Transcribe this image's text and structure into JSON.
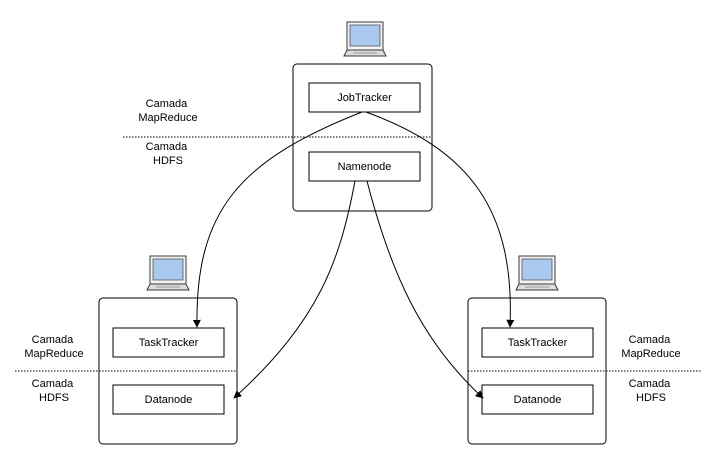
{
  "master": {
    "jobtracker_label": "JobTracker",
    "namenode_label": "Namenode",
    "layer_top_1": "Camada",
    "layer_top_2": "MapReduce",
    "layer_bottom_1": "Camada",
    "layer_bottom_2": "HDFS"
  },
  "worker_left": {
    "tasktracker_label": "TaskTracker",
    "datanode_label": "Datanode",
    "layer_top_1": "Camada",
    "layer_top_2": "MapReduce",
    "layer_bottom_1": "Camada",
    "layer_bottom_2": "HDFS"
  },
  "worker_right": {
    "tasktracker_label": "TaskTracker",
    "datanode_label": "Datanode",
    "layer_top_1": "Camada",
    "layer_top_2": "MapReduce",
    "layer_bottom_1": "Camada",
    "layer_bottom_2": "HDFS"
  },
  "icons": {
    "computer": "laptop-icon"
  },
  "colors": {
    "screen_fill": "#a9c9ef",
    "screen_frame": "#3a3a3a",
    "laptop_base": "#dcdcdc"
  }
}
